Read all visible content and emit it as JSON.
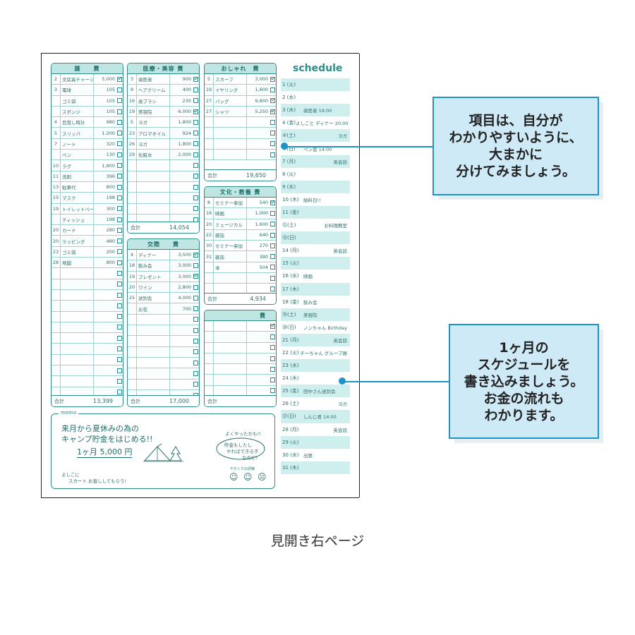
{
  "panels": {
    "zakki": {
      "title": "雑　　費",
      "rows": [
        [
          "2",
          "文房具チャージ",
          "5,000",
          "chk"
        ],
        [
          "3",
          "電球",
          "105",
          ""
        ],
        [
          "",
          "ゴミ袋",
          "105",
          ""
        ],
        [
          "",
          "スポンジ",
          "105",
          ""
        ],
        [
          "4",
          "目覚し時計",
          "980",
          ""
        ],
        [
          "5",
          "スリッパ",
          "1,200",
          ""
        ],
        [
          "7",
          "ノート",
          "320",
          ""
        ],
        [
          "",
          "ペン",
          "130",
          ""
        ],
        [
          "10",
          "ラグ",
          "1,800",
          ""
        ],
        [
          "11",
          "洗剤",
          "396",
          ""
        ],
        [
          "13",
          "駐車代",
          "800",
          ""
        ],
        [
          "15",
          "マスク",
          "198",
          ""
        ],
        [
          "19",
          "トイレットペーパー",
          "300",
          ""
        ],
        [
          "",
          "ティッシュ",
          "198",
          ""
        ],
        [
          "20",
          "カード",
          "280",
          ""
        ],
        [
          "20",
          "ラッピング",
          "480",
          ""
        ],
        [
          "23",
          "ゴミ袋",
          "200",
          ""
        ],
        [
          "28",
          "地図",
          "800",
          ""
        ],
        [
          "",
          "",
          "",
          ""
        ],
        [
          "",
          "",
          "",
          ""
        ],
        [
          "",
          "",
          "",
          ""
        ],
        [
          "",
          "",
          "",
          ""
        ],
        [
          "",
          "",
          "",
          ""
        ],
        [
          "",
          "",
          "",
          ""
        ],
        [
          "",
          "",
          "",
          ""
        ],
        [
          "",
          "",
          "",
          ""
        ],
        [
          "",
          "",
          "",
          ""
        ],
        [
          "",
          "",
          "",
          ""
        ],
        [
          "",
          "",
          "",
          ""
        ],
        [
          "",
          "",
          "",
          ""
        ],
        [
          "",
          "",
          "",
          ""
        ],
        [
          "",
          "",
          "",
          ""
        ],
        [
          "",
          "",
          "",
          ""
        ]
      ],
      "total_label": "合計",
      "total": "13,399"
    },
    "iryo": {
      "title": "医療・美容 費",
      "rows": [
        [
          "3",
          "歯医者",
          "900",
          "chk"
        ],
        [
          "9",
          "ヘアクリーム",
          "400",
          ""
        ],
        [
          "16",
          "歯ブラシ",
          "230",
          ""
        ],
        [
          "19",
          "美容院",
          "6,000",
          "chk"
        ],
        [
          "5",
          "ヨガ",
          "1,800",
          ""
        ],
        [
          "23",
          "アロマオイル",
          "924",
          ""
        ],
        [
          "26",
          "ヨガ",
          "1,800",
          ""
        ],
        [
          "29",
          "化粧水",
          "2,000",
          ""
        ],
        [
          "",
          "",
          "",
          ""
        ],
        [
          "",
          "",
          "",
          ""
        ],
        [
          "",
          "",
          "",
          ""
        ],
        [
          "",
          "",
          "",
          ""
        ],
        [
          "",
          "",
          "",
          ""
        ],
        [
          "",
          "",
          "",
          ""
        ]
      ],
      "total_label": "合計",
      "total": "14,054"
    },
    "kosai": {
      "title": "交際　　費",
      "rows": [
        [
          "4",
          "ディナー",
          "3,500",
          "chk"
        ],
        [
          "18",
          "飲み会",
          "3,000",
          ""
        ],
        [
          "19",
          "プレゼント",
          "3,000",
          "chk"
        ],
        [
          "20",
          "ワイン",
          "2,800",
          ""
        ],
        [
          "25",
          "送別会",
          "4,000",
          ""
        ],
        [
          "",
          "お花",
          "700",
          ""
        ],
        [
          "",
          "",
          "",
          ""
        ],
        [
          "",
          "",
          "",
          ""
        ],
        [
          "",
          "",
          "",
          ""
        ],
        [
          "",
          "",
          "",
          ""
        ],
        [
          "",
          "",
          "",
          ""
        ],
        [
          "",
          "",
          "",
          ""
        ],
        [
          "",
          "",
          "",
          ""
        ],
        [
          "",
          "",
          "",
          ""
        ]
      ],
      "total_label": "合計",
      "total": "17,000"
    },
    "oshare": {
      "title": "おしゃれ　費",
      "rows": [
        [
          "5",
          "スカーフ",
          "3,000",
          "chk"
        ],
        [
          "19",
          "イヤリング",
          "1,600",
          ""
        ],
        [
          "27",
          "バッグ",
          "9,800",
          "chk"
        ],
        [
          "27",
          "シャツ",
          "5,250",
          "chk"
        ],
        [
          "",
          "",
          "",
          ""
        ],
        [
          "",
          "",
          "",
          ""
        ],
        [
          "",
          "",
          "",
          ""
        ],
        [
          "",
          "",
          "",
          ""
        ]
      ],
      "total_label": "合計",
      "total": "19,650"
    },
    "bunka": {
      "title": "文化・教養 費",
      "rows": [
        [
          "8",
          "セミナー参加",
          "540",
          "chk"
        ],
        [
          "16",
          "映画",
          "1,000",
          ""
        ],
        [
          "20",
          "ミュージカル",
          "1,600",
          ""
        ],
        [
          "22",
          "雑誌",
          "640",
          ""
        ],
        [
          "30",
          "セミナー参加",
          "270",
          ""
        ],
        [
          "31",
          "雑誌",
          "380",
          ""
        ],
        [
          "",
          "本",
          "504",
          ""
        ],
        [
          "",
          "",
          "",
          ""
        ],
        [
          "",
          "",
          "",
          ""
        ]
      ],
      "total_label": "合計",
      "total": "4,934"
    },
    "blank": {
      "title": "費",
      "rows": [
        [
          "",
          "",
          "",
          "chk"
        ],
        [
          "",
          "",
          "",
          ""
        ],
        [
          "",
          "",
          "",
          ""
        ],
        [
          "",
          "",
          "",
          ""
        ],
        [
          "",
          "",
          "",
          ""
        ],
        [
          "",
          "",
          "",
          ""
        ],
        [
          "",
          "",
          "",
          ""
        ],
        [
          "",
          "",
          "",
          ""
        ],
        [
          "",
          "",
          "",
          ""
        ]
      ],
      "total_label": "合計",
      "total": ""
    }
  },
  "schedule": {
    "title": "schedule",
    "days": [
      {
        "d": "1 (火)",
        "e": "",
        "r": ""
      },
      {
        "d": "2 (水)",
        "e": "",
        "r": ""
      },
      {
        "d": "3 (木)",
        "e": "歯医者 19:00",
        "r": ""
      },
      {
        "d": "4 (金)",
        "e": "よしこと ディナー 20:00",
        "r": ""
      },
      {
        "d": "⑤(土)",
        "e": "",
        "r": "ヨガ"
      },
      {
        "d": "⑥(日)",
        "e": "ペン習 14:00",
        "r": ""
      },
      {
        "d": "7 (月)",
        "e": "",
        "r": "英会話"
      },
      {
        "d": "8 (火)",
        "e": "",
        "r": ""
      },
      {
        "d": "9 (水)",
        "e": "",
        "r": ""
      },
      {
        "d": "10 (木)",
        "e": "給料日!!",
        "r": ""
      },
      {
        "d": "11 (金)",
        "e": "",
        "r": ""
      },
      {
        "d": "⑫(土)",
        "e": "",
        "r": "お料理教室"
      },
      {
        "d": "⑬(日)",
        "e": "",
        "r": ""
      },
      {
        "d": "14 (月)",
        "e": "",
        "r": "英会話"
      },
      {
        "d": "15 (火)",
        "e": "",
        "r": ""
      },
      {
        "d": "16 (水)",
        "e": "映画",
        "r": ""
      },
      {
        "d": "17 (木)",
        "e": "",
        "r": ""
      },
      {
        "d": "18 (金)",
        "e": "飲み会",
        "r": ""
      },
      {
        "d": "⑲(土)",
        "e": "美容院",
        "r": ""
      },
      {
        "d": "⑳(日)",
        "e": "ノンちゃん Birthday",
        "r": ""
      },
      {
        "d": "21 (月)",
        "e": "",
        "r": "英会話"
      },
      {
        "d": "22 (火)",
        "e": "チーちゃん グループ展",
        "r": ""
      },
      {
        "d": "23 (水)",
        "e": "",
        "r": ""
      },
      {
        "d": "24 (木)",
        "e": "",
        "r": ""
      },
      {
        "d": "25 (金)",
        "e": "田中さん送別会",
        "r": ""
      },
      {
        "d": "26 (土)",
        "e": "",
        "r": "ヨガ"
      },
      {
        "d": "㉗(日)",
        "e": "しんじ君 14:00",
        "r": ""
      },
      {
        "d": "28 (月)",
        "e": "",
        "r": "英会話"
      },
      {
        "d": "29 (火)",
        "e": "",
        "r": ""
      },
      {
        "d": "30 (水)",
        "e": "出張",
        "r": ""
      },
      {
        "d": "31 (木)",
        "e": "",
        "r": ""
      }
    ]
  },
  "memo": {
    "label": "memo",
    "line1": "来月から夏休みの為の",
    "line2": "キャンプ貯金をはじめる!!",
    "line3": "1ヶ月 5,000 円",
    "note1": "よしこに",
    "note2": "スカート お直ししてもらう!",
    "bubble1": "よくやったかも!!",
    "bubble2": "貯金もしたし",
    "bubble3": "やればできる子",
    "bubble4": "なのだ!",
    "face_label": "やりくりの評価"
  },
  "callouts": {
    "top": [
      "項目は、自分が",
      "わかりやすいように、",
      "大まかに",
      "分けてみましょう。"
    ],
    "bottom": [
      "1ヶ月の",
      "スケジュールを",
      "書き込みましょう。",
      "お金の流れも",
      "わかります。"
    ]
  },
  "caption": "見開き右ページ",
  "colors": {
    "accent": "#2b8e89",
    "header": "#bfe6e3",
    "callout_border": "#1c94c8",
    "callout_bg": "#cfeaf7"
  }
}
